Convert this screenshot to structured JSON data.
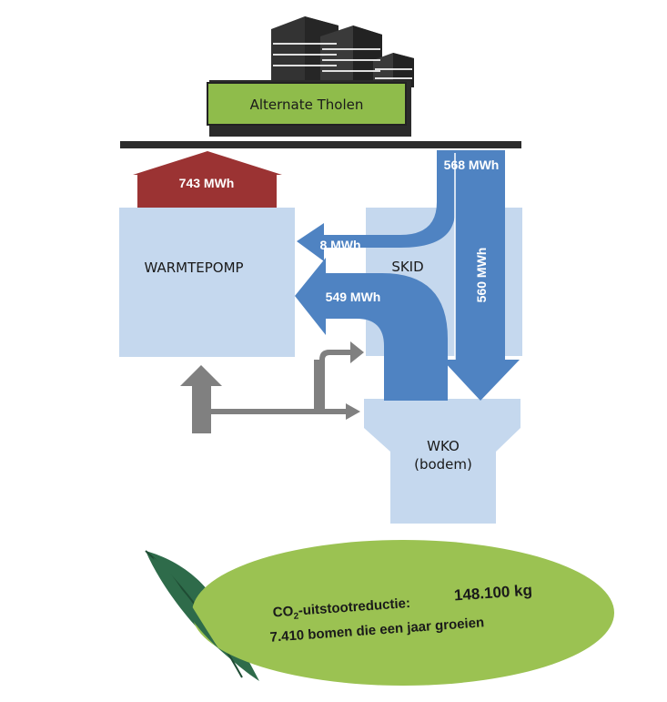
{
  "building": {
    "name": "Alternate Tholen"
  },
  "components": {
    "heatpump": "WARMTEPOMP",
    "skid": "SKID",
    "wko_line1": "WKO",
    "wko_line2": "(bodem)"
  },
  "flows": {
    "heat_output": "743 MWh",
    "skid_input": "568 MWh",
    "skid_to_heatpump": "8 MWh",
    "wko_to_heatpump": "549 MWh",
    "skid_to_wko": "560 MWh"
  },
  "co2": {
    "label_prefix": "CO",
    "label_sub": "2",
    "label_suffix": "-uitstootreductie:",
    "value": "148.100 kg",
    "trees": "7.410 bomen die een jaar groeien"
  },
  "colors": {
    "building_dark": "#2b2b2b",
    "label_green": "#8fbc4b",
    "box_blue": "#c5d8ee",
    "flow_blue": "#4f83c2",
    "heat_red": "#9b3333",
    "return_gray": "#808080",
    "leaf_green": "#9bc252",
    "leaf_dark": "#2e6b4a"
  }
}
